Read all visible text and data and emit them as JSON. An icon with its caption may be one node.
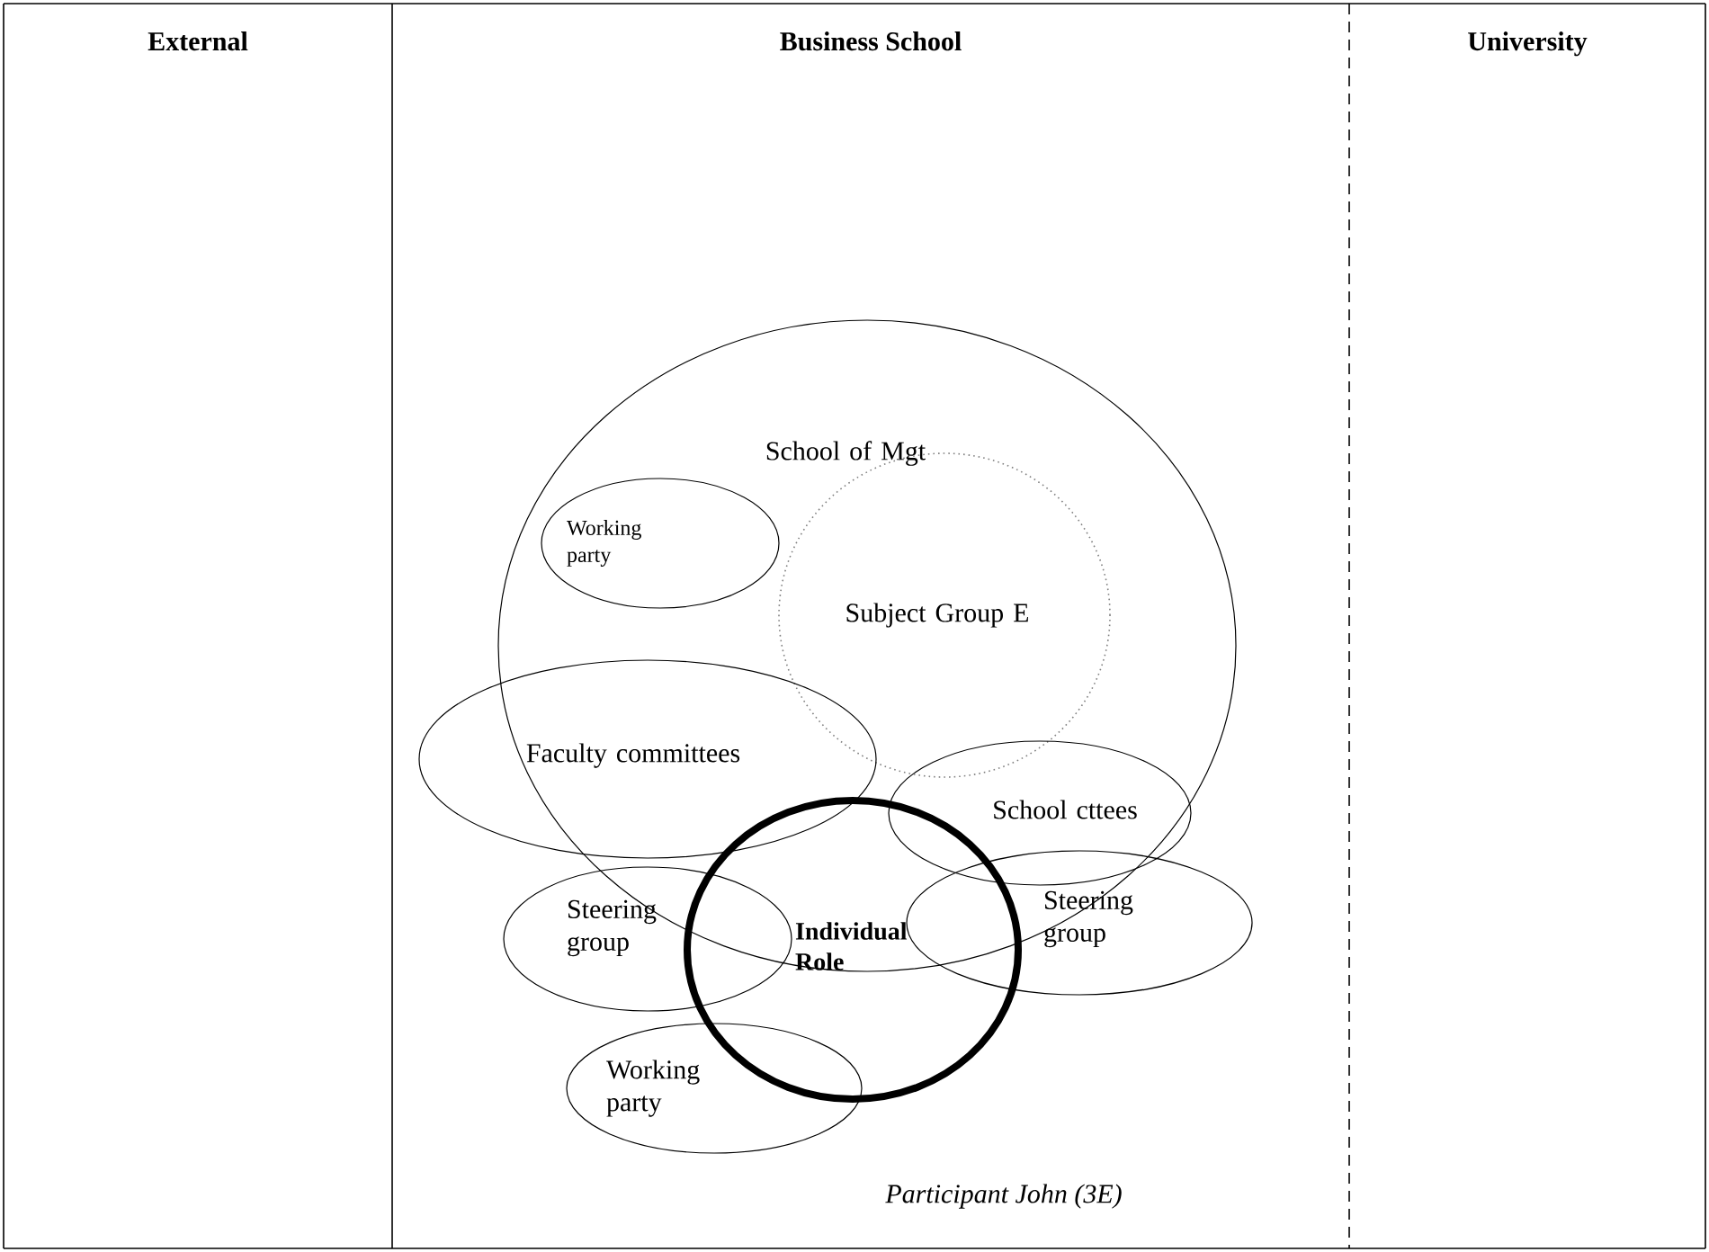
{
  "diagram": {
    "nodes": [
      {
        "text": [
          "External"
        ]
      },
      {
        "text": [
          "Business School"
        ]
      },
      {
        "text": [
          "University"
        ]
      },
      {
        "text": [
          "School of Mgt"
        ],
        "in": 1
      },
      {
        "text": [
          "Working party"
        ],
        "in": 3
      },
      {
        "text": [
          "Subject Group E"
        ],
        "in": 3
      },
      {
        "text": [
          "Faculty committees"
        ],
        "in": 1
      },
      {
        "text": [
          "School cttees"
        ],
        "in": 3
      },
      {
        "text": [
          "Steering group"
        ],
        "in": 1
      },
      {
        "text": [
          "Individual Role"
        ],
        "in": 1
      },
      {
        "text": [
          "Steering group"
        ],
        "in": 1
      },
      {
        "text": [
          "Working party"
        ],
        "in": 1
      }
    ],
    "labels": [
      "Participant John (3E)"
    ]
  }
}
